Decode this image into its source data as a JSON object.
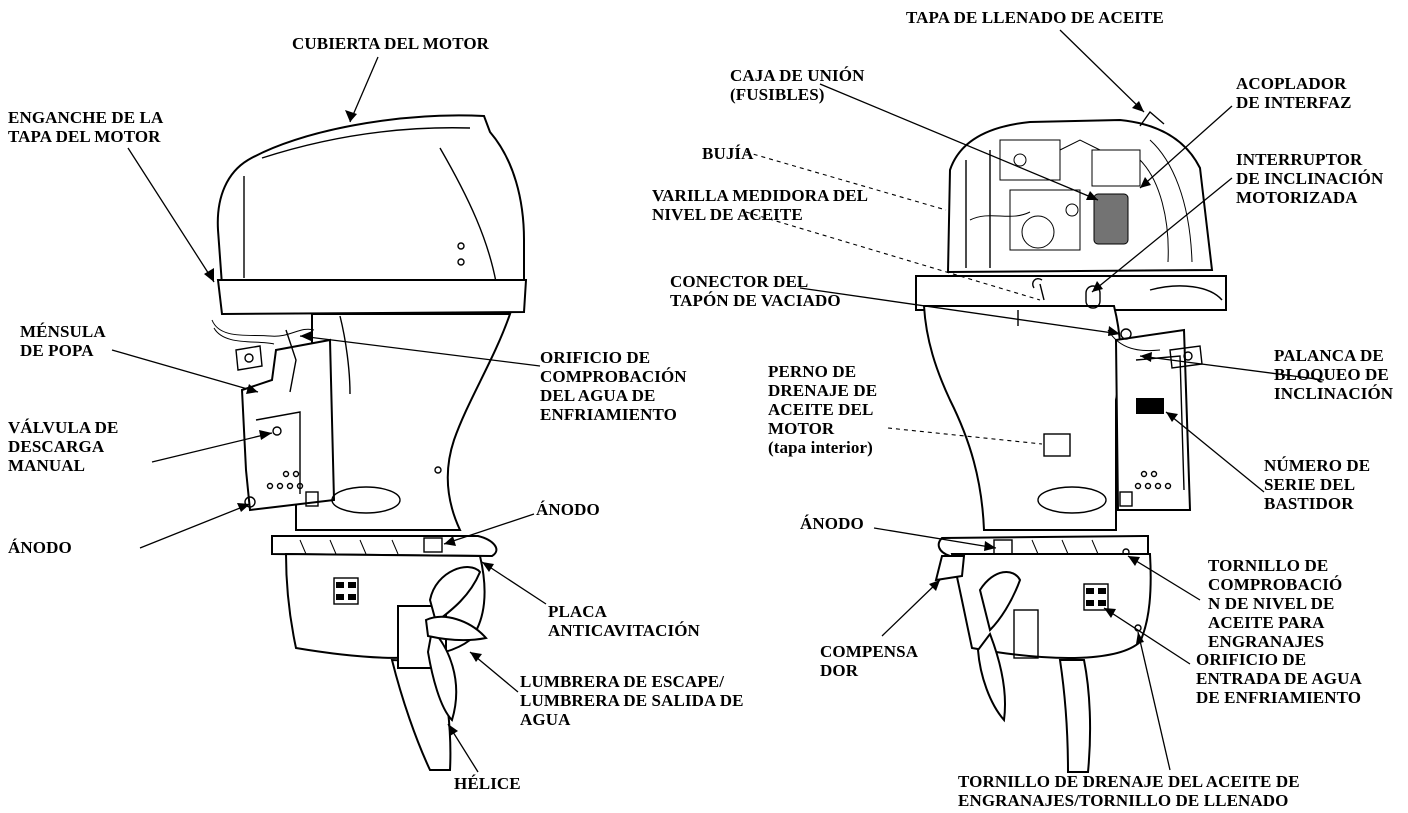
{
  "diagram": {
    "labels": {
      "cubierta": "CUBIERTA DEL MOTOR",
      "enganche": "ENGANCHE DE LA\nTAPA DEL MOTOR",
      "mensula": "MÉNSULA\nDE POPA",
      "valvula": "VÁLVULA DE\nDESCARGA\nMANUAL",
      "anodo_left_bottom": "ÁNODO",
      "orificio_comprobacion": "ORIFICIO DE\nCOMPROBACIÓN\nDEL AGUA DE\nENFRIAMIENTO",
      "anodo_left_plate": "ÁNODO",
      "placa": "PLACA\nANTICAVITACIÓN",
      "lumbrera": "LUMBRERA DE ESCAPE/\nLUMBRERA DE SALIDA DE\nAGUA",
      "helice": "HÉLICE",
      "tapa_llenado": "TAPA DE LLENADO DE ACEITE",
      "caja_union": "CAJA DE UNIÓN\n(FUSIBLES)",
      "acoplador": "ACOPLADOR\nDE INTERFAZ",
      "bujia": "BUJÍA",
      "interruptor": "INTERRUPTOR\nDE INCLINACIÓN\nMOTORIZADA",
      "varilla": "VARILLA MEDIDORA DEL\nNIVEL DE ACEITE",
      "conector": "CONECTOR DEL\nTAPÓN DE VACIADO",
      "palanca": "PALANCA DE\nBLOQUEO DE\nINCLINACIÓN",
      "perno": "PERNO DE\nDRENAJE DE\nACEITE DEL\nMOTOR\n(tapa interior)",
      "numero_serie": "NÚMERO DE\nSERIE DEL\nBASTIDOR",
      "anodo_right": "ÁNODO",
      "tornillo_comprobacion": "TORNILLO DE\nCOMPROBACIÓ\nN DE NIVEL DE\nACEITE PARA\nENGRANAJES",
      "compensador": "COMPENSA\nDOR",
      "orificio_entrada": "ORIFICIO DE\nENTRADA DE AGUA\nDE ENFRIAMIENTO",
      "tornillo_drenaje": "TORNILLO DE DRENAJE DEL ACEITE DE\nENGRANAJES/TORNILLO DE LLENADO"
    }
  }
}
